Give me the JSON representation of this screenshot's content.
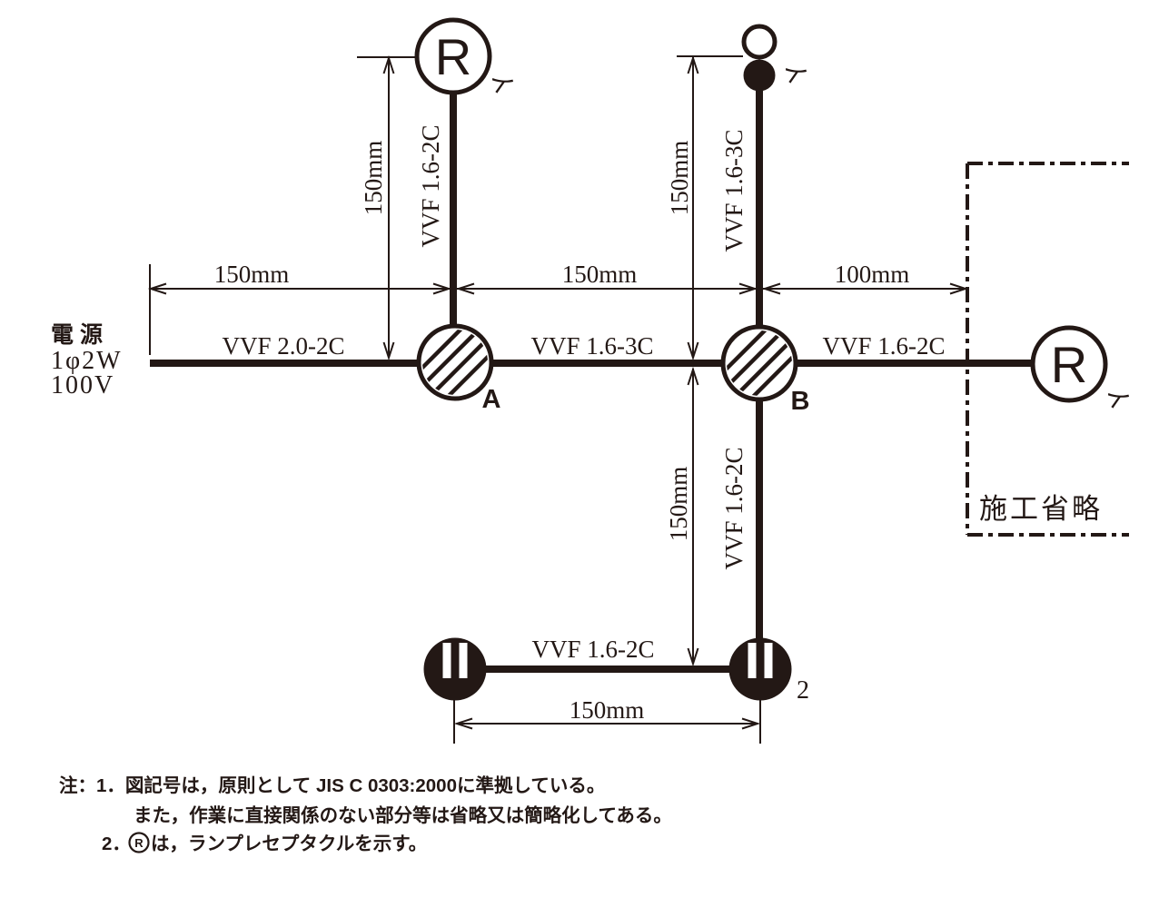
{
  "colors": {
    "ink": "#231815",
    "paper": "#ffffff"
  },
  "power": {
    "line1": "電 源",
    "line2": "1φ2W",
    "line3": "100V"
  },
  "dims": {
    "src_to_a": "150mm",
    "a_to_b": "150mm",
    "b_to_box": "100mm",
    "a_lamp_drop": "150mm",
    "b_ceiling_drop": "150mm",
    "b_switch_drop": "150mm",
    "switch_span": "150mm"
  },
  "cables": {
    "src_to_a": "VVF 2.0-2C",
    "a_to_b": "VVF 1.6-3C",
    "b_to_lamp_right": "VVF 1.6-2C",
    "a_lamp_riser": "VVF 1.6-2C",
    "b_ceiling_riser": "VVF 1.6-3C",
    "b_switch_drop": "VVF 1.6-2C",
    "switch_run": "VVF 1.6-2C"
  },
  "devices": {
    "lamp_left_letter": "R",
    "lamp_left_circuit": "イ",
    "ceiling_circuit": "イ",
    "lamp_right_letter": "R",
    "lamp_right_circuit": "イ",
    "junction_a": "A",
    "junction_b": "B",
    "outlet_count": "2"
  },
  "omission": {
    "label": "施工省略"
  },
  "notes": {
    "line1": "注：1．図記号は，原則として JIS C 0303:2000に準拠している。",
    "line2": "また，作業に直接関係のない部分等は省略又は簡略化してある。",
    "note2_num": "2．",
    "note2_symbol": "R",
    "note2_text": "は，ランプレセプタクルを示す。"
  }
}
